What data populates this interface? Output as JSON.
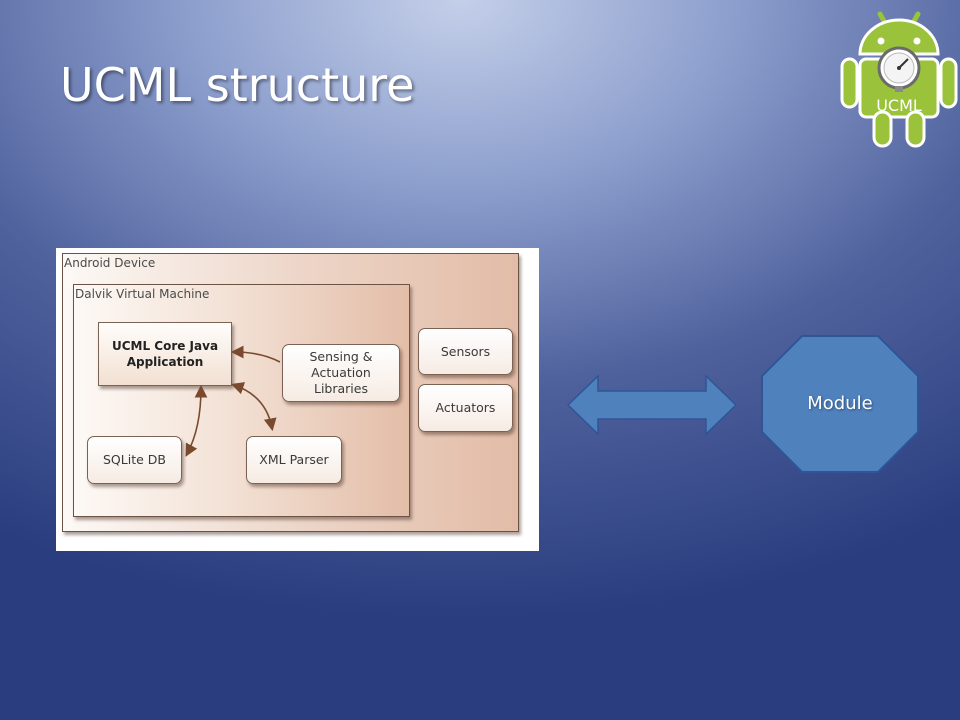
{
  "slide": {
    "title": "UCML structure"
  },
  "logo": {
    "text": "UCML",
    "icon": "android-robot-with-gauge-icon",
    "color": "#9ac23a"
  },
  "diagram": {
    "containers": {
      "android_device": "Android Device",
      "dalvik_vm": "Dalvik Virtual Machine"
    },
    "nodes": {
      "core_app": "UCML Core Java\nApplication",
      "sensing_libs": "Sensing &\nActuation\nLibraries",
      "sqlite": "SQLite DB",
      "xml_parser": "XML Parser",
      "sensors": "Sensors",
      "actuators": "Actuators"
    },
    "connections": [
      {
        "from": "sensing_libs",
        "to": "core_app"
      },
      {
        "from": "core_app",
        "to": "sqlite"
      },
      {
        "from": "core_app",
        "to": "xml_parser"
      }
    ],
    "colors": {
      "container_fill": "#e2bca7",
      "edge": "#7a4a2e"
    }
  },
  "link": {
    "type": "bidirectional-arrow",
    "color": "#4f81bd"
  },
  "module": {
    "label": "Module",
    "color": "#4f81bd"
  }
}
